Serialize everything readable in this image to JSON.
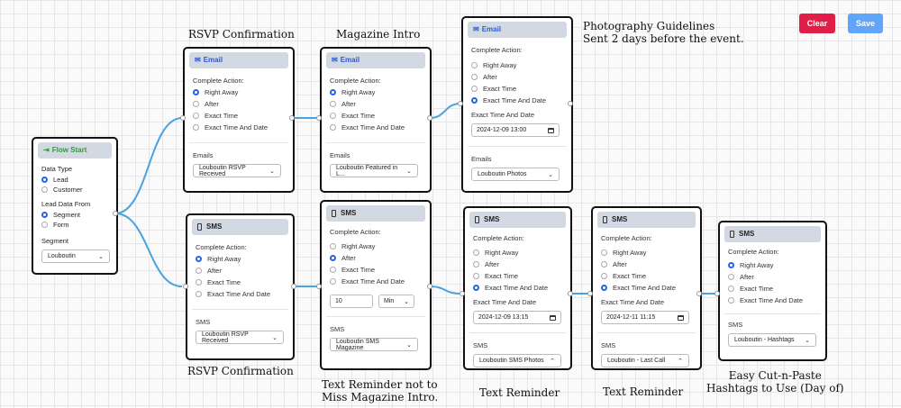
{
  "toolbar": {
    "clear_label": "Clear",
    "save_label": "Save",
    "clear_color": "#e11d48",
    "save_color": "#60a5fa"
  },
  "annotations": {
    "rsvp_email": "RSVP Confirmation",
    "magazine_email": "Magazine Intro",
    "photo_line1": "Photography Guidelines",
    "photo_line2": "Sent 2 days before the event.",
    "rsvp_sms": "RSVP Confirmation",
    "mag_sms_line1": "Text Reminder not to",
    "mag_sms_line2": "Miss Magazine Intro.",
    "photo_sms": "Text Reminder",
    "lastcall_sms": "Text Reminder",
    "hashtag_line1": "Easy Cut-n-Paste",
    "hashtag_line2": "Hashtags to Use (Day of)"
  },
  "common": {
    "complete_action": "Complete Action:",
    "right_away": "Right Away",
    "after": "After",
    "exact_time": "Exact Time",
    "exact_time_date": "Exact Time And Date",
    "exact_label": "Exact Time And Date",
    "emails_label": "Emails",
    "sms_label": "SMS",
    "email_head": "Email",
    "sms_head": "SMS"
  },
  "flow_start": {
    "title": "Flow Start",
    "data_type_label": "Data Type",
    "lead": "Lead",
    "customer": "Customer",
    "lead_from_label": "Lead Data From",
    "segment": "Segment",
    "form": "Form",
    "segment_label": "Segment",
    "segment_value": "Louboutin"
  },
  "nodes": {
    "email1": {
      "select": "Louboutin RSVP Received"
    },
    "email2": {
      "select": "Louboutin Featured in L..."
    },
    "email3": {
      "date": "2024-12-09 13:00",
      "select": "Louboutin Photos"
    },
    "sms1": {
      "select": "Louboutin RSVP Received"
    },
    "sms2": {
      "num": "10",
      "unit": "Min",
      "select": "Louboutin SMS Magazine"
    },
    "sms3": {
      "date": "2024-12-09 13:15",
      "select": "Louboutin SMS Photos"
    },
    "sms4": {
      "date": "2024-12-11 11:15",
      "select": "Louboutin - Last Call"
    },
    "sms5": {
      "select": "Louboutin - Hashtags"
    }
  }
}
